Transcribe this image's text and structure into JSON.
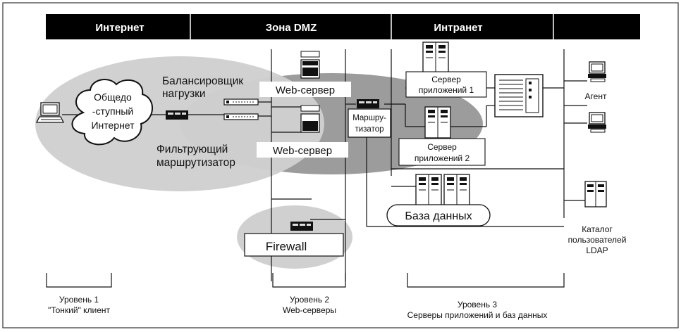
{
  "header": {
    "zones": [
      "Интернет",
      "Зона DMZ",
      "Интранет"
    ]
  },
  "internet": {
    "cloud_line1": "Общедо",
    "cloud_line2": "-ступный",
    "cloud_line3": "Интернет",
    "balancer_line1": "Балансировщик",
    "balancer_line2": "нагрузки",
    "filter_line1": "Фильтрующий",
    "filter_line2": "маршрутизатор"
  },
  "dmz": {
    "web_server_1": "Web-сервер",
    "web_server_2": "Web-сервер",
    "router_line1": "Маршру-",
    "router_line2": "тизатор",
    "firewall": "Firewall"
  },
  "intranet": {
    "app_server_1_line1": "Сервер",
    "app_server_1_line2": "приложений 1",
    "app_server_2_line1": "Сервер",
    "app_server_2_line2": "приложений 2",
    "database": "База данных",
    "agent": "Агент",
    "ldap_line1": "Каталог",
    "ldap_line2": "пользователей",
    "ldap_line3": "LDAP"
  },
  "tiers": {
    "tier1_line1": "Уровень 1",
    "tier1_line2": "\"Тонкий\" клиент",
    "tier2_line1": "Уровень 2",
    "tier2_line2": "Web-серверы",
    "tier3_line1": "Уровень 3",
    "tier3_line2": "Серверы приложений и баз данных"
  },
  "colors": {
    "header_bg": "#000000",
    "ellipse_light": "#cfcfcf",
    "ellipse_dark": "#9a9a9a",
    "border": "#333333"
  }
}
